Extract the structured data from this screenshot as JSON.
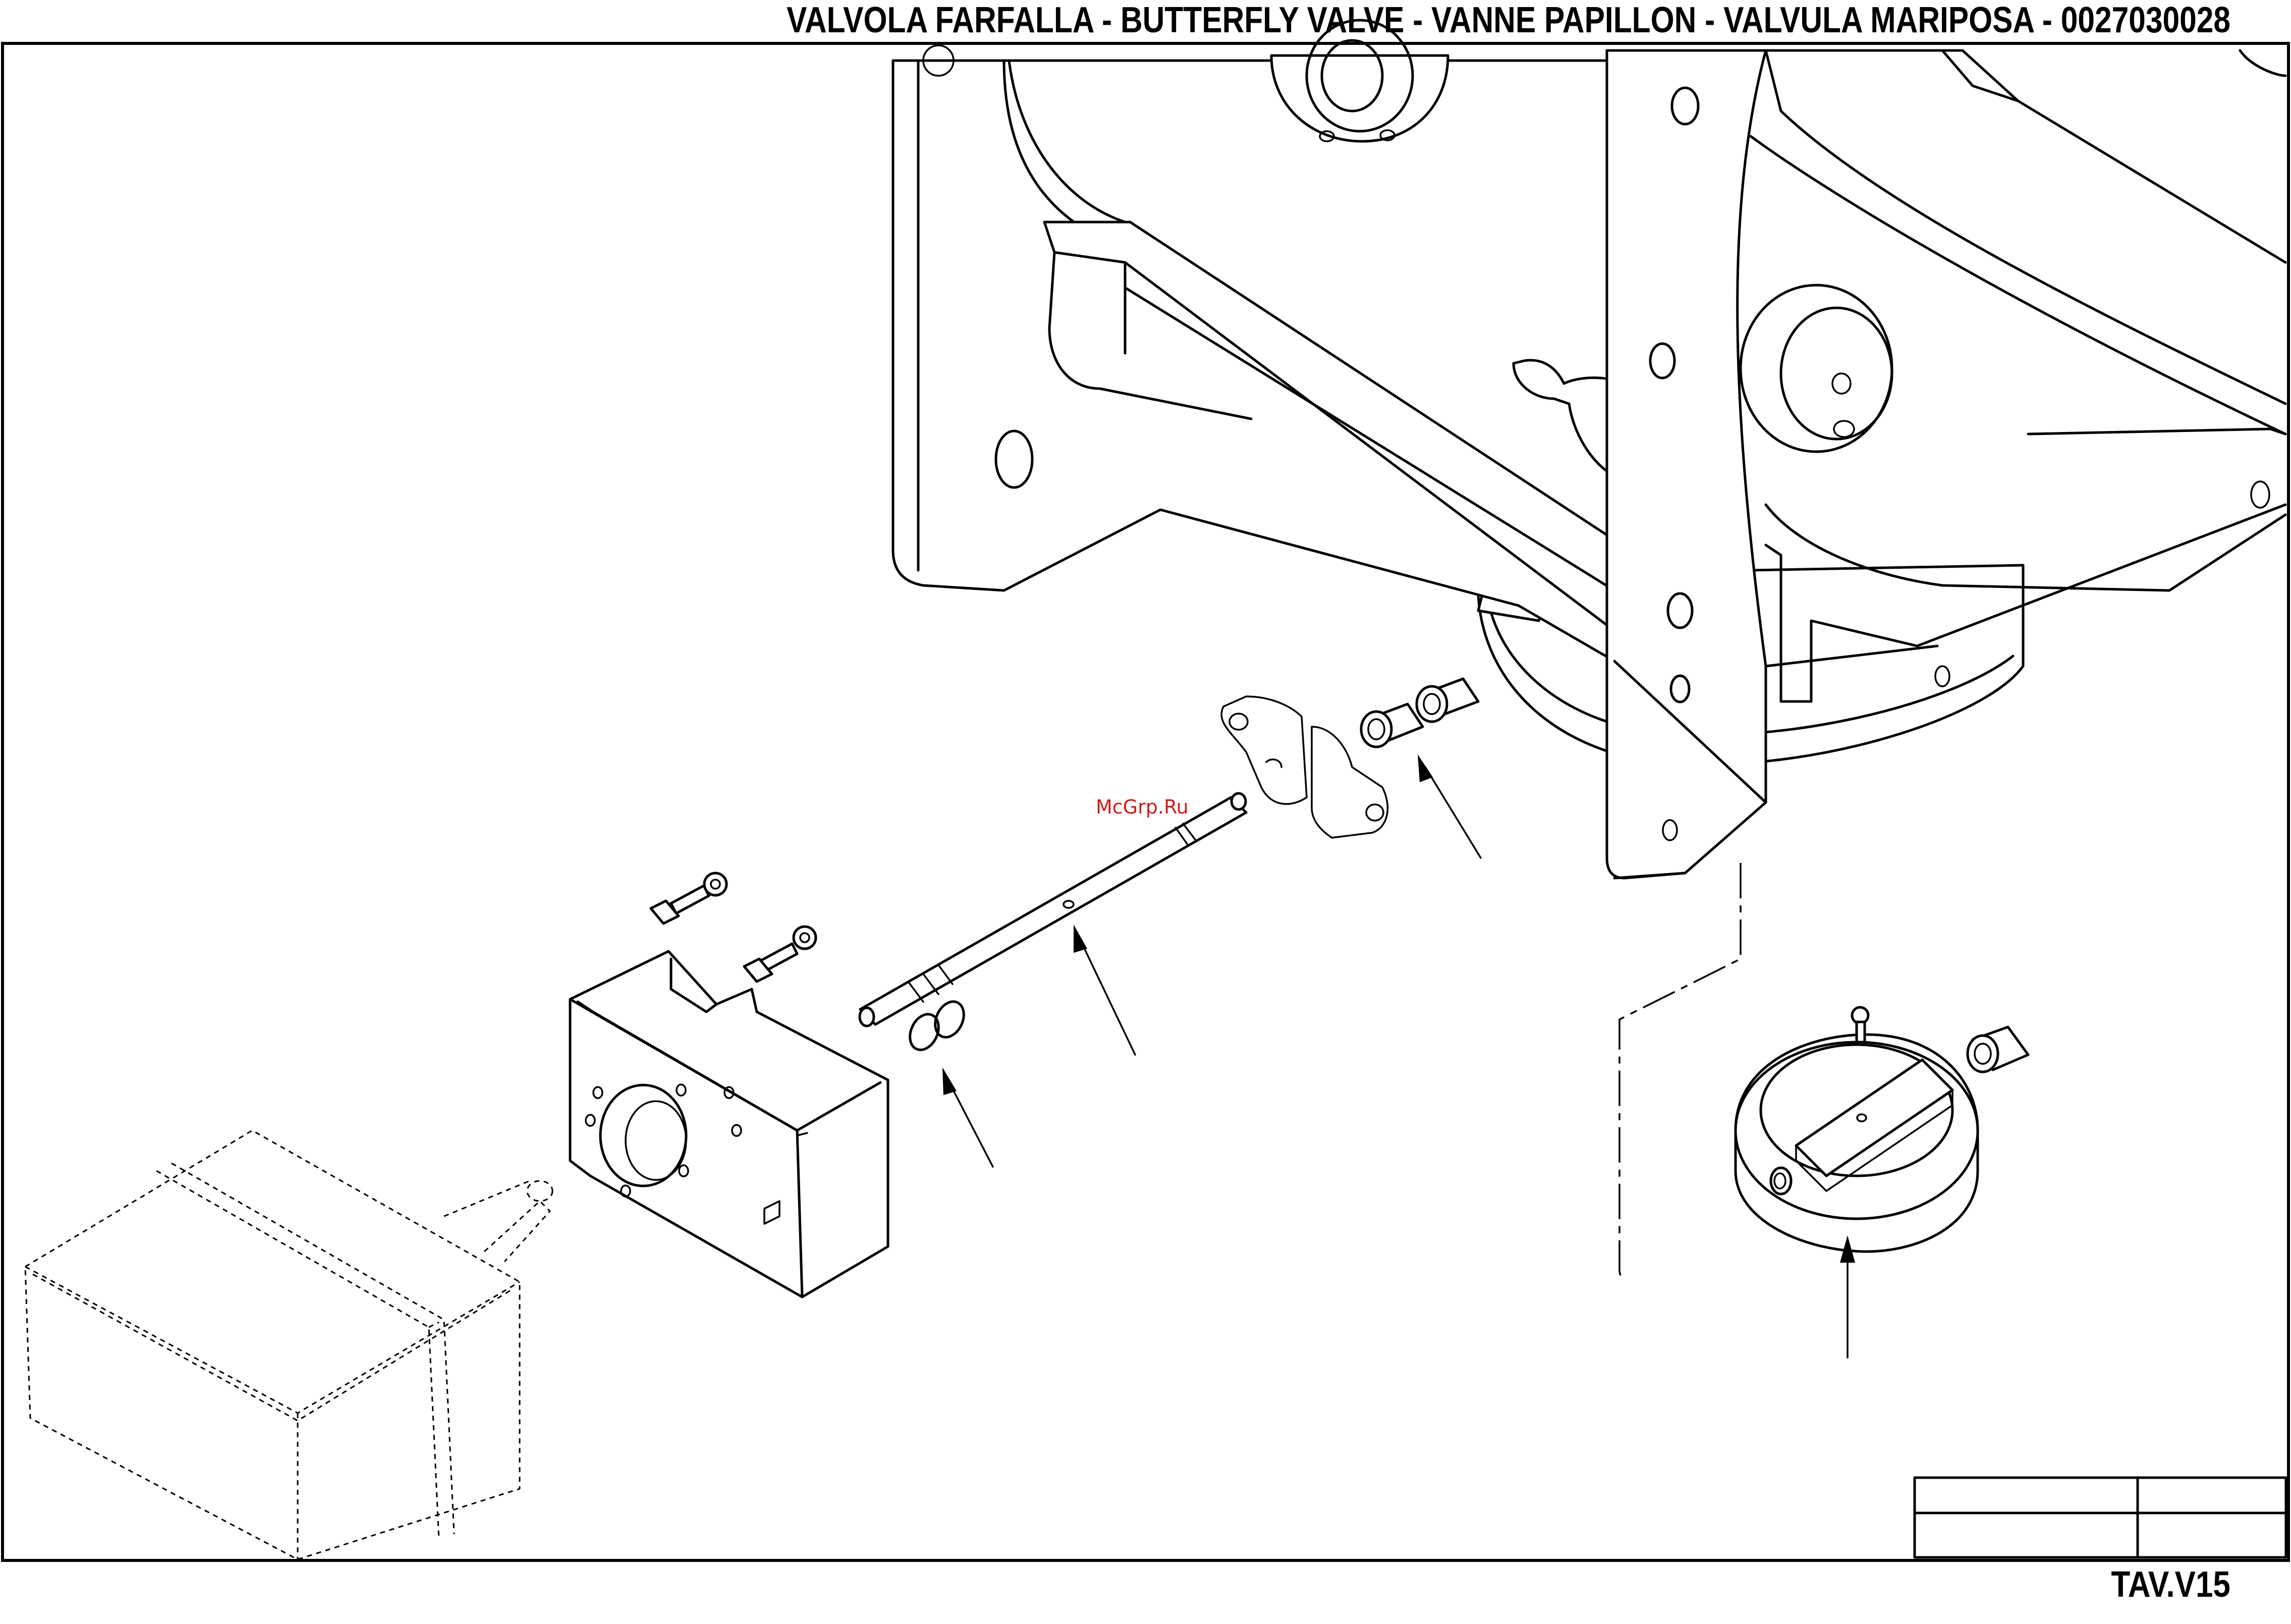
{
  "header": {
    "title": "VALVOLA FARFALLA - BUTTERFLY VALVE - VANNE PAPILLON - VALVULA MARIPOSA - 0027030028"
  },
  "watermark": "McGrp.Ru",
  "footer": {
    "sheet_code": "TAV.V15"
  },
  "colors": {
    "line": "#000000",
    "background": "#ffffff",
    "watermark": "#d21a1a"
  }
}
